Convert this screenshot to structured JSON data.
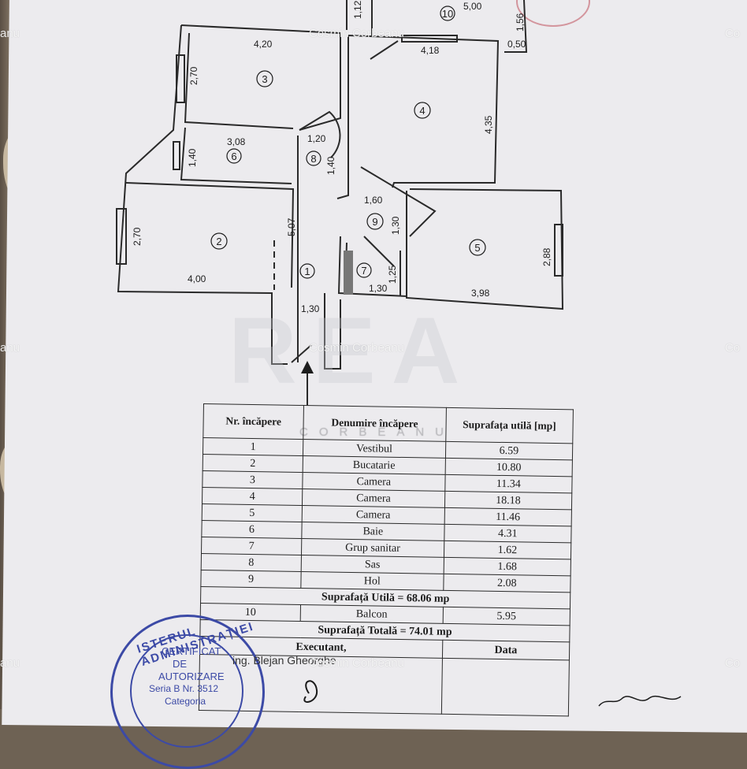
{
  "watermarks": {
    "center_top": "Cosmin Corbeanu",
    "center_mid": "Cosmin Corbeanu",
    "center_bottom": "Cosmin Corbeanu",
    "left_top": "anu",
    "left_mid": "anu",
    "left_bottom": "anu",
    "right_top": "Co",
    "right_mid": "Co",
    "right_bottom": "Co",
    "logo_letters": "REA",
    "logo_sub": "CORBEANU"
  },
  "plan": {
    "rooms": [
      "1",
      "2",
      "3",
      "4",
      "5",
      "6",
      "7",
      "8",
      "9",
      "10"
    ],
    "dimensions": {
      "d_420": "4,20",
      "d_270_room3": "2,70",
      "d_308": "3,08",
      "d_140": "1,40",
      "d_270_room2": "2,70",
      "d_400": "4,00",
      "d_507": "5,07",
      "d_130_hall": "1,30",
      "d_120": "1,20",
      "d_140_sas": "1,40",
      "d_418": "4,18",
      "d_435": "4,35",
      "d_160": "1,60",
      "d_130_hol": "1,30",
      "d_125": "1,25",
      "d_130_wc": "1,30",
      "d_288": "2,88",
      "d_398": "3,98",
      "d_112": "1,12",
      "d_500": "5,00",
      "d_156": "1,56",
      "d_050": "0,50"
    }
  },
  "table": {
    "headers": [
      "Nr. încăpere",
      "Denumire încăpere",
      "Suprafața utilă [mp]"
    ],
    "rows": [
      {
        "nr": "1",
        "name": "Vestibul",
        "area": "6.59"
      },
      {
        "nr": "2",
        "name": "Bucatarie",
        "area": "10.80"
      },
      {
        "nr": "3",
        "name": "Camera",
        "area": "11.34"
      },
      {
        "nr": "4",
        "name": "Camera",
        "area": "18.18"
      },
      {
        "nr": "5",
        "name": "Camera",
        "area": "11.46"
      },
      {
        "nr": "6",
        "name": "Baie",
        "area": "4.31"
      },
      {
        "nr": "7",
        "name": "Grup sanitar",
        "area": "1.62"
      },
      {
        "nr": "8",
        "name": "Sas",
        "area": "1.68"
      },
      {
        "nr": "9",
        "name": "Hol",
        "area": "2.08"
      }
    ],
    "useful_total": "Suprafață Utilă = 68.06 mp",
    "balcony": {
      "nr": "10",
      "name": "Balcon",
      "area": "5.95"
    },
    "grand_total": "Suprafață Totală = 74.01 mp",
    "executant_label": "Executant,",
    "data_label": "Data"
  },
  "stamp": {
    "ring_text": "ISTERUL ADMINISTRAȚIEI",
    "line1": "CERTIFICAT",
    "line2": "DE",
    "line3": "AUTORIZARE",
    "line4": "Seria B   Nr. 3512",
    "line5": "Categoria"
  },
  "signer": "ing. Blejan Gheorghe",
  "colors": {
    "paper": "#ecebee",
    "ink": "#2a2a2a",
    "stamp_blue": "#3c4aa6",
    "stamp_red": "#c9707a"
  }
}
